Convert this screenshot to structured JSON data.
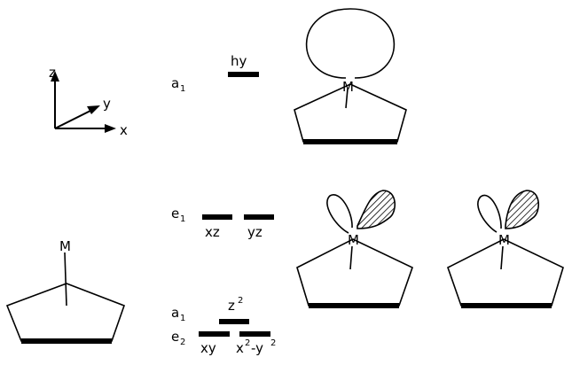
{
  "axes": {
    "z_label": "z",
    "y_label": "y",
    "x_label": "x"
  },
  "levels": {
    "hybrid": {
      "sym_main": "a",
      "sym_sub": "1",
      "name": "hy"
    },
    "e1": {
      "sym_main": "e",
      "sym_sub": "1",
      "left": "xz",
      "right": "yz"
    },
    "a1": {
      "sym_main": "a",
      "sym_sub": "1",
      "name_base": "z",
      "name_sup": "2"
    },
    "e2": {
      "sym_main": "e",
      "sym_sub": "2",
      "left": "xy",
      "right_base1": "x",
      "right_sup1": "2",
      "right_mid": "-y",
      "right_sup2": "2"
    }
  },
  "metal_label": "M"
}
